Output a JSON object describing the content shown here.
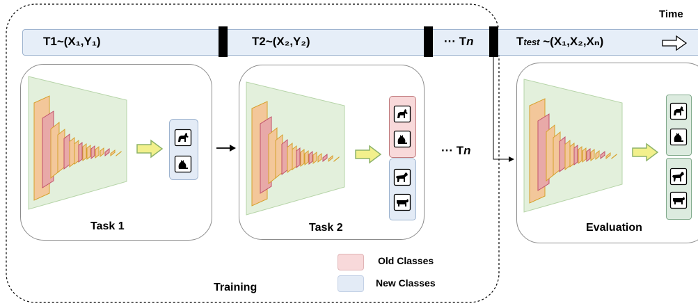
{
  "timeline": {
    "time_label": "Time",
    "t1_label": "T1~(X₁,Y₁)",
    "t2_label": "T2~(X₂,Y₂)",
    "tn_ellipsis": "···",
    "tn_label": "T",
    "tn_italic": "n",
    "ttest_prefix": "T",
    "ttest_sub": "test",
    "ttest_suffix": "~(X₁,X₂,Xₙ)",
    "colors": {
      "bar_fill": "#e6eef8",
      "bar_border": "#9db3cf",
      "separator": "#000000"
    }
  },
  "panels": {
    "task1_label": "Task 1",
    "task2_label": "Task 2",
    "evaluation_label": "Evaluation",
    "between_ellipsis": "···",
    "between_tn": "T",
    "between_tn_italic": "n"
  },
  "regions": {
    "training_label": "Training"
  },
  "legend": {
    "old_classes": "Old Classes",
    "new_classes": "New Classes",
    "colors": {
      "old": "#f8d9da",
      "new": "#e3ebf6",
      "eval": "#dcebdf"
    }
  },
  "icons": {
    "network": "cnn-feature-maps-icon",
    "dog": "dog-icon",
    "cat": "cat-icon",
    "horse": "horse-icon",
    "cow": "cow-icon",
    "arrow": "block-arrow-icon"
  }
}
